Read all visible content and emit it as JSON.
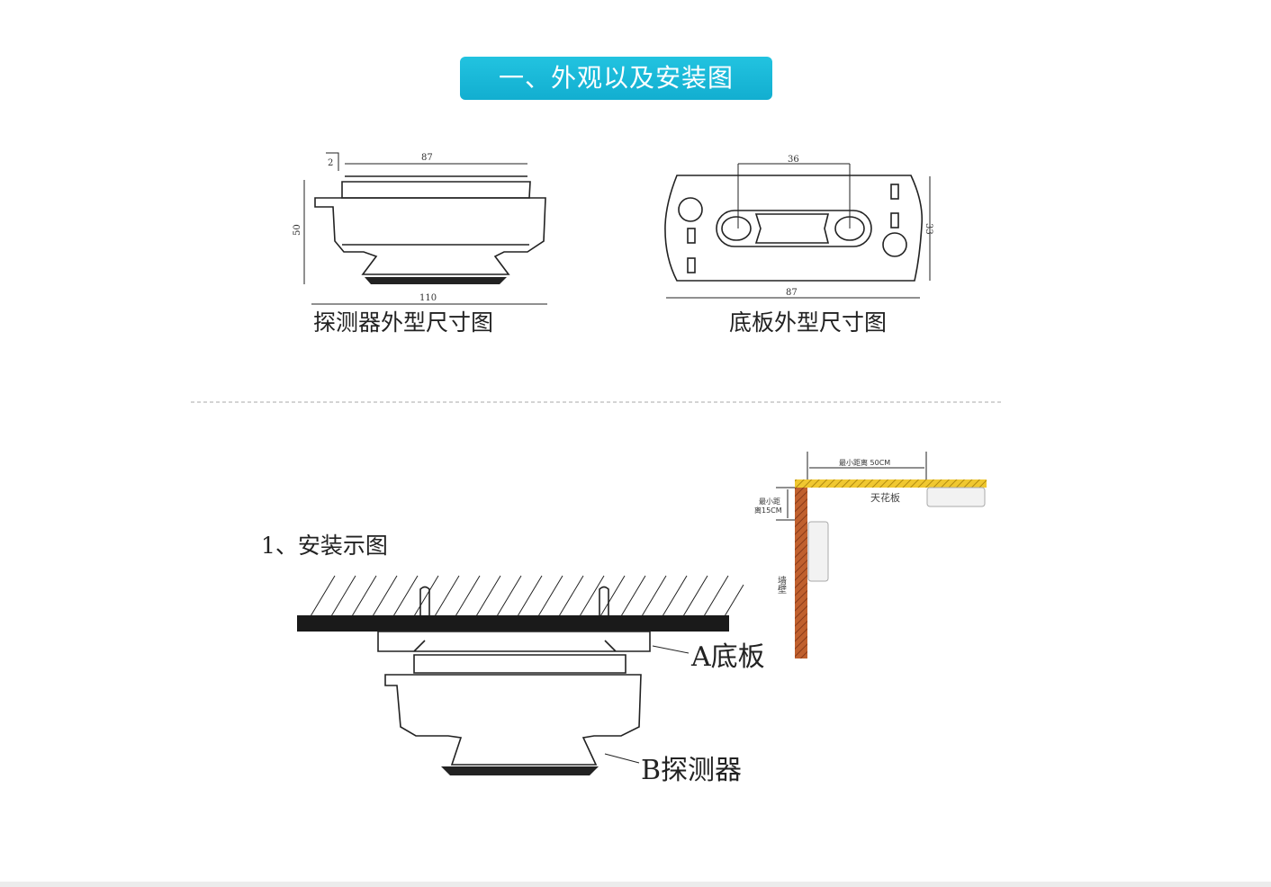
{
  "header": {
    "title": "一、外观以及安装图"
  },
  "detector_drawing": {
    "caption": "探测器外型尺寸图",
    "dim_top": "87",
    "dim_offset": "2",
    "dim_height": "50",
    "dim_bottom": "110"
  },
  "base_drawing": {
    "caption": "底板外型尺寸图",
    "dim_holes": "36",
    "dim_width": "87",
    "dim_height": "33"
  },
  "install": {
    "title": "1、安装示图",
    "label_a": "A底板",
    "label_b": "B探测器"
  },
  "placement": {
    "min_ceiling_distance": "最小距离 50CM",
    "min_wall_distance_1": "最小距",
    "min_wall_distance_2": "离15CM",
    "ceiling": "天花板",
    "wall": "墙壁"
  },
  "colors": {
    "accent": "#1ab8d8",
    "ceiling": "#e8b820",
    "wall": "#b5562a"
  }
}
